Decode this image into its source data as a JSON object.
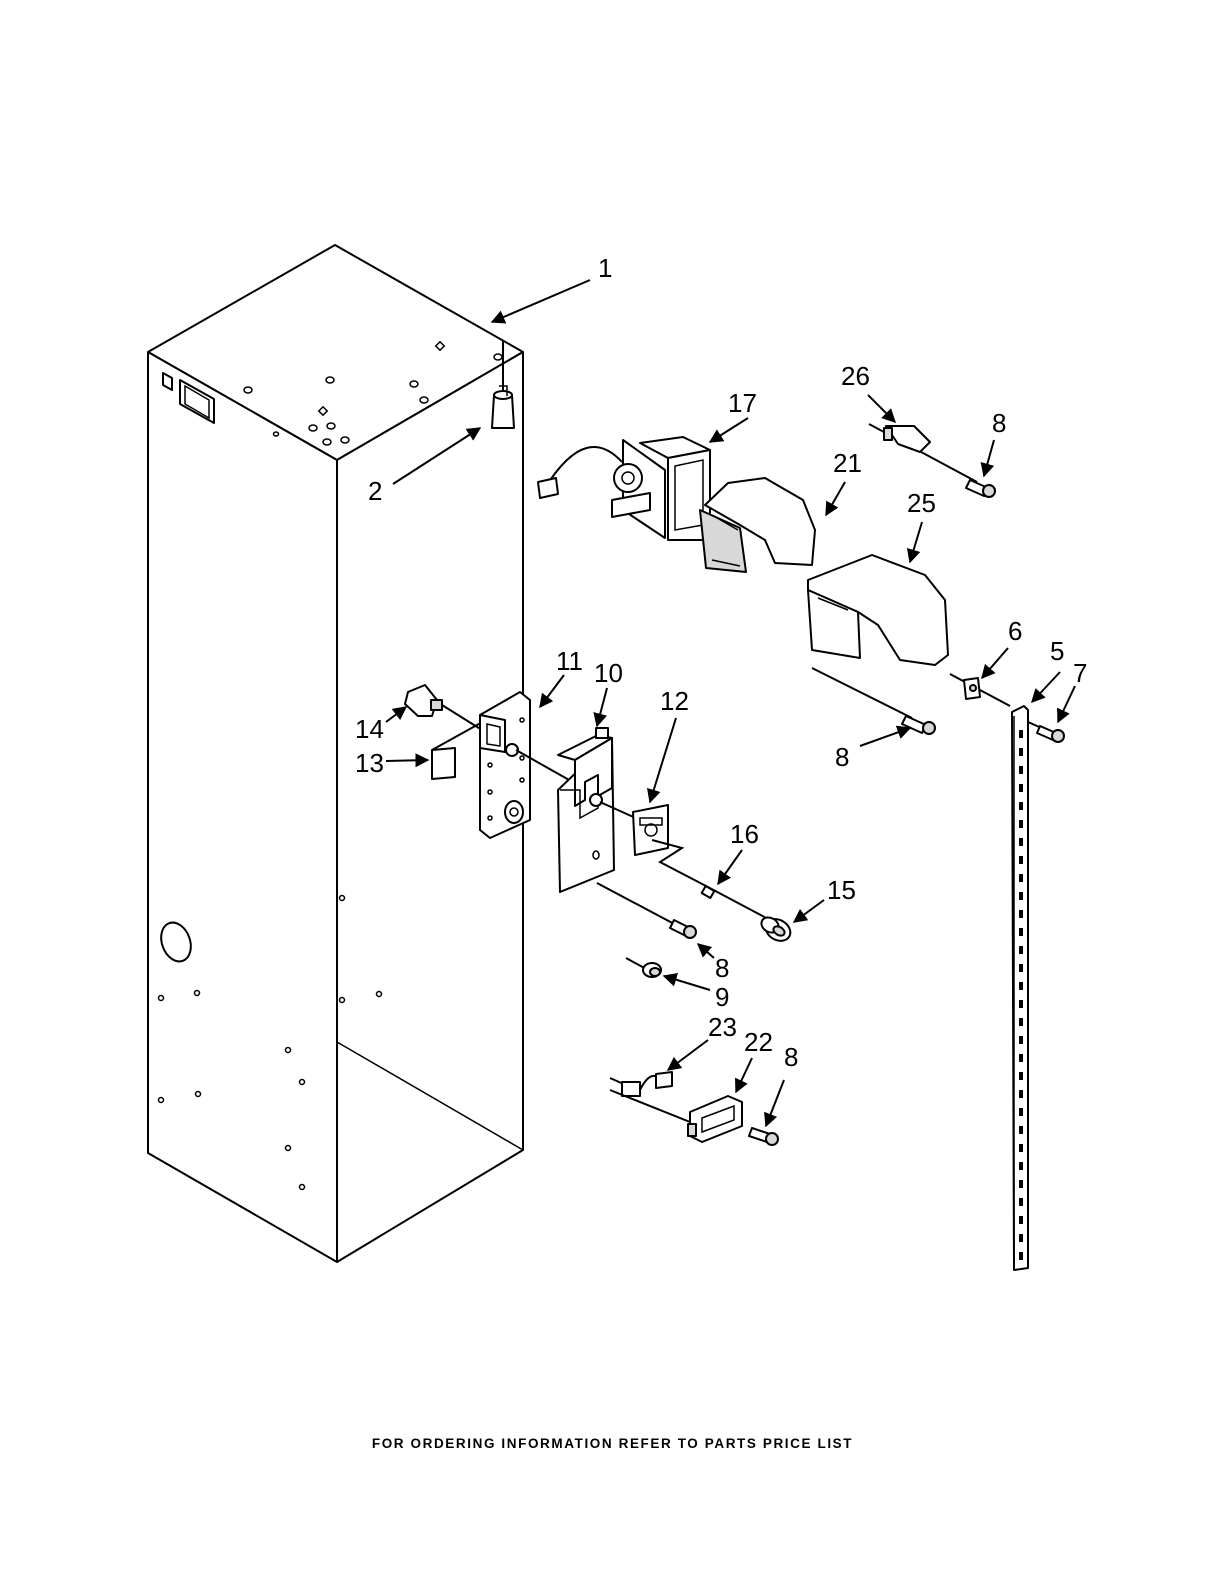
{
  "diagram": {
    "footer_text": "FOR ORDERING INFORMATION REFER TO PARTS PRICE LIST",
    "callouts": [
      {
        "id": "c1",
        "label": "1"
      },
      {
        "id": "c2",
        "label": "2"
      },
      {
        "id": "c5",
        "label": "5"
      },
      {
        "id": "c6",
        "label": "6"
      },
      {
        "id": "c7",
        "label": "7"
      },
      {
        "id": "c8a",
        "label": "8"
      },
      {
        "id": "c8b",
        "label": "8"
      },
      {
        "id": "c8c",
        "label": "8"
      },
      {
        "id": "c8d",
        "label": "8"
      },
      {
        "id": "c9",
        "label": "9"
      },
      {
        "id": "c10",
        "label": "10"
      },
      {
        "id": "c11",
        "label": "11"
      },
      {
        "id": "c12",
        "label": "12"
      },
      {
        "id": "c13",
        "label": "13"
      },
      {
        "id": "c14",
        "label": "14"
      },
      {
        "id": "c15",
        "label": "15"
      },
      {
        "id": "c16",
        "label": "16"
      },
      {
        "id": "c17",
        "label": "17"
      },
      {
        "id": "c21",
        "label": "21"
      },
      {
        "id": "c22",
        "label": "22"
      },
      {
        "id": "c23",
        "label": "23"
      },
      {
        "id": "c25",
        "label": "25"
      },
      {
        "id": "c26",
        "label": "26"
      }
    ]
  }
}
